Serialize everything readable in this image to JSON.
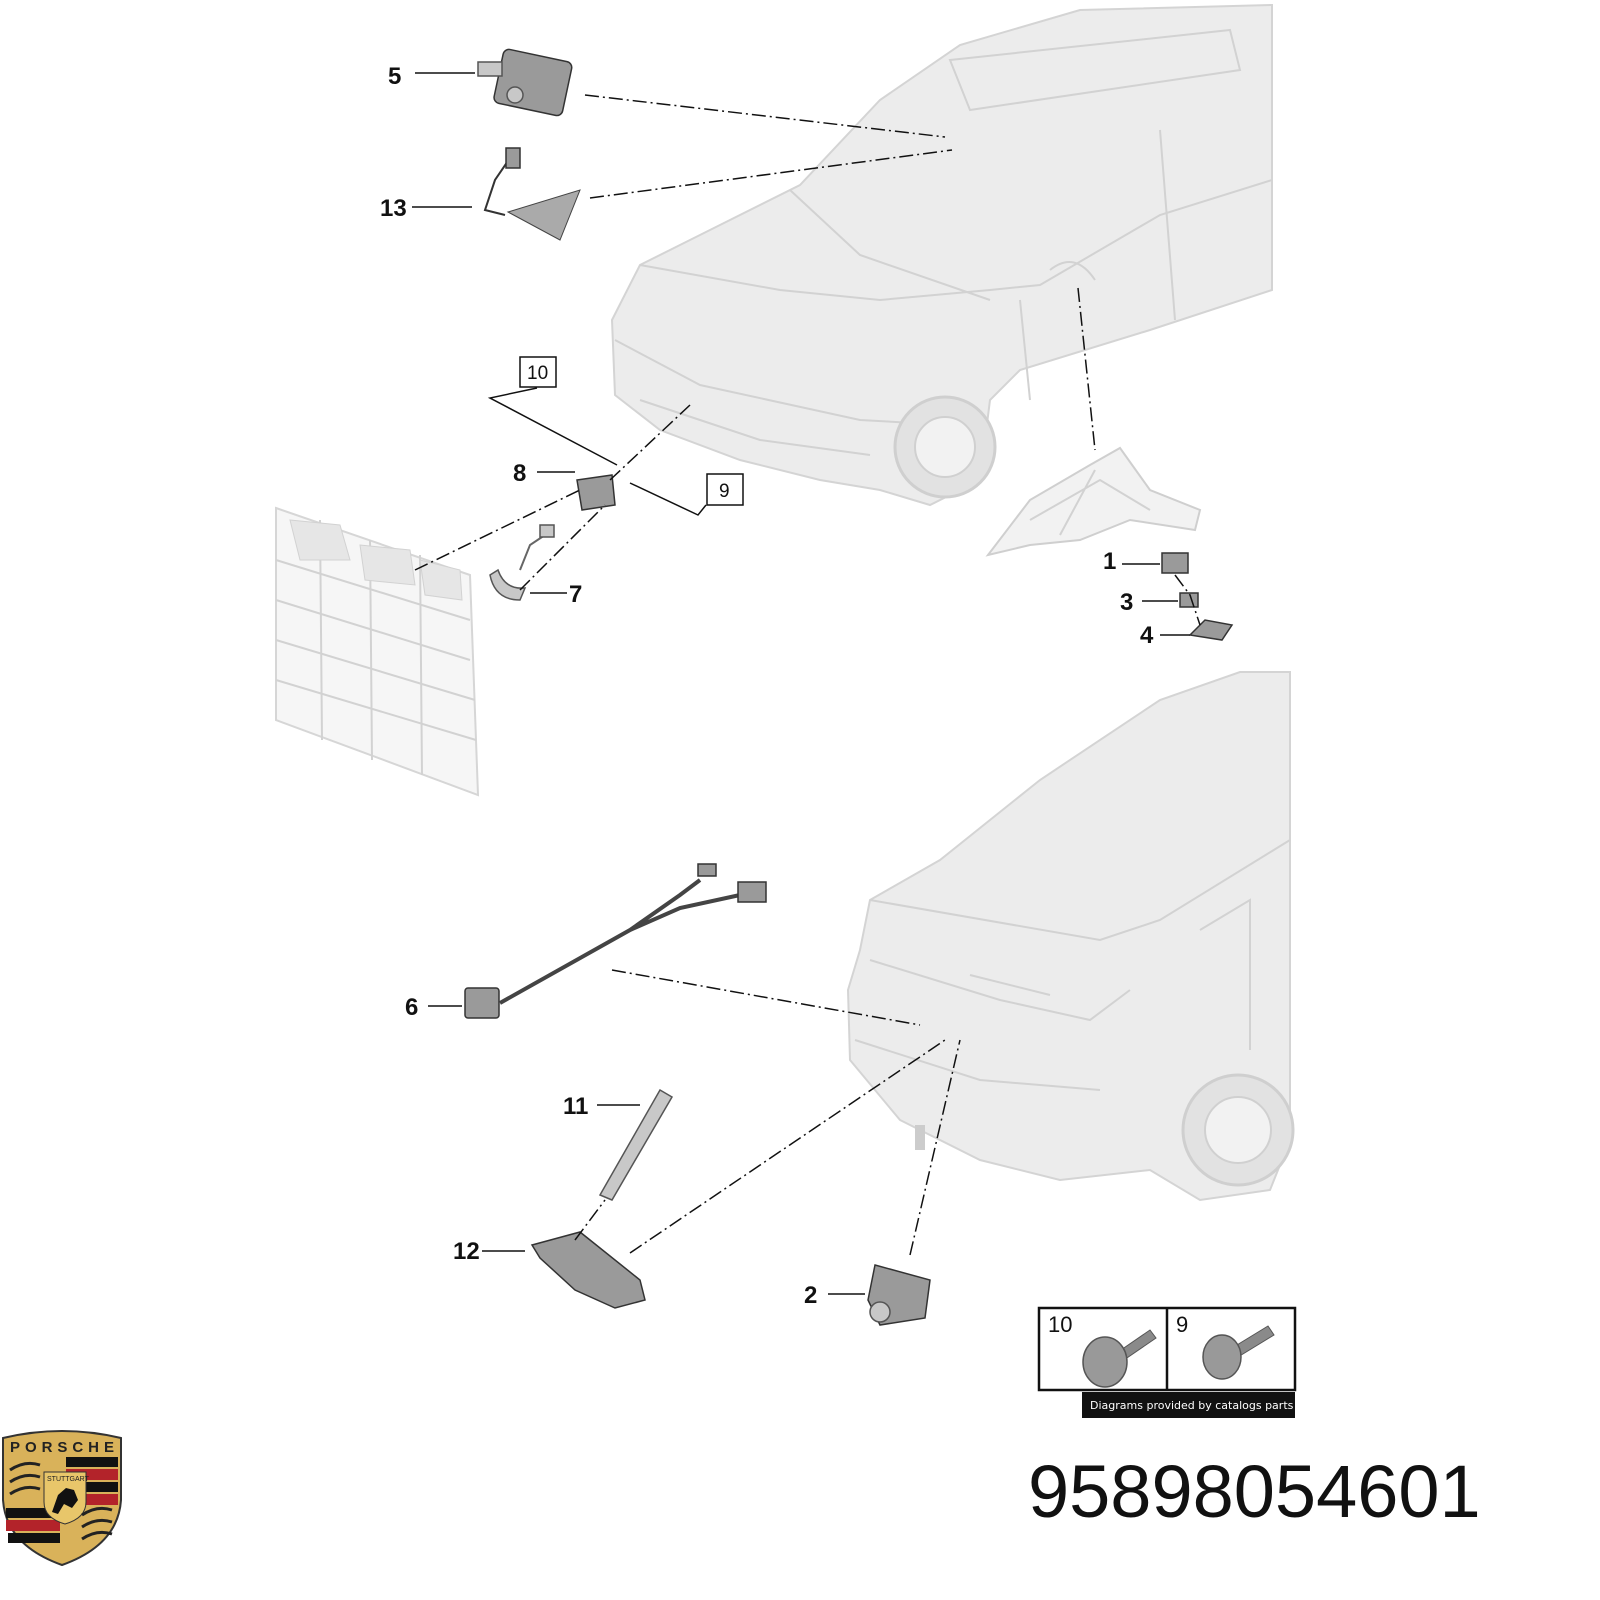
{
  "diagram": {
    "callouts": [
      "1",
      "2",
      "3",
      "4",
      "5",
      "6",
      "7",
      "8",
      "11",
      "12",
      "13"
    ],
    "boxed_callouts": [
      "10",
      "9"
    ],
    "legend": {
      "items": [
        {
          "number": "10",
          "part": "screw-icon"
        },
        {
          "number": "9",
          "part": "screw-icon"
        }
      ],
      "credit": "Diagrams provided by catalogs parts"
    },
    "part_number": "95898054601",
    "logo": {
      "text": "PORSCHE",
      "subtext": "STUTTGART"
    },
    "colors": {
      "car": "#ececec",
      "part": "#9a9a9a",
      "logo_red": "#b3232a",
      "logo_gold": "#d9b25a"
    }
  }
}
